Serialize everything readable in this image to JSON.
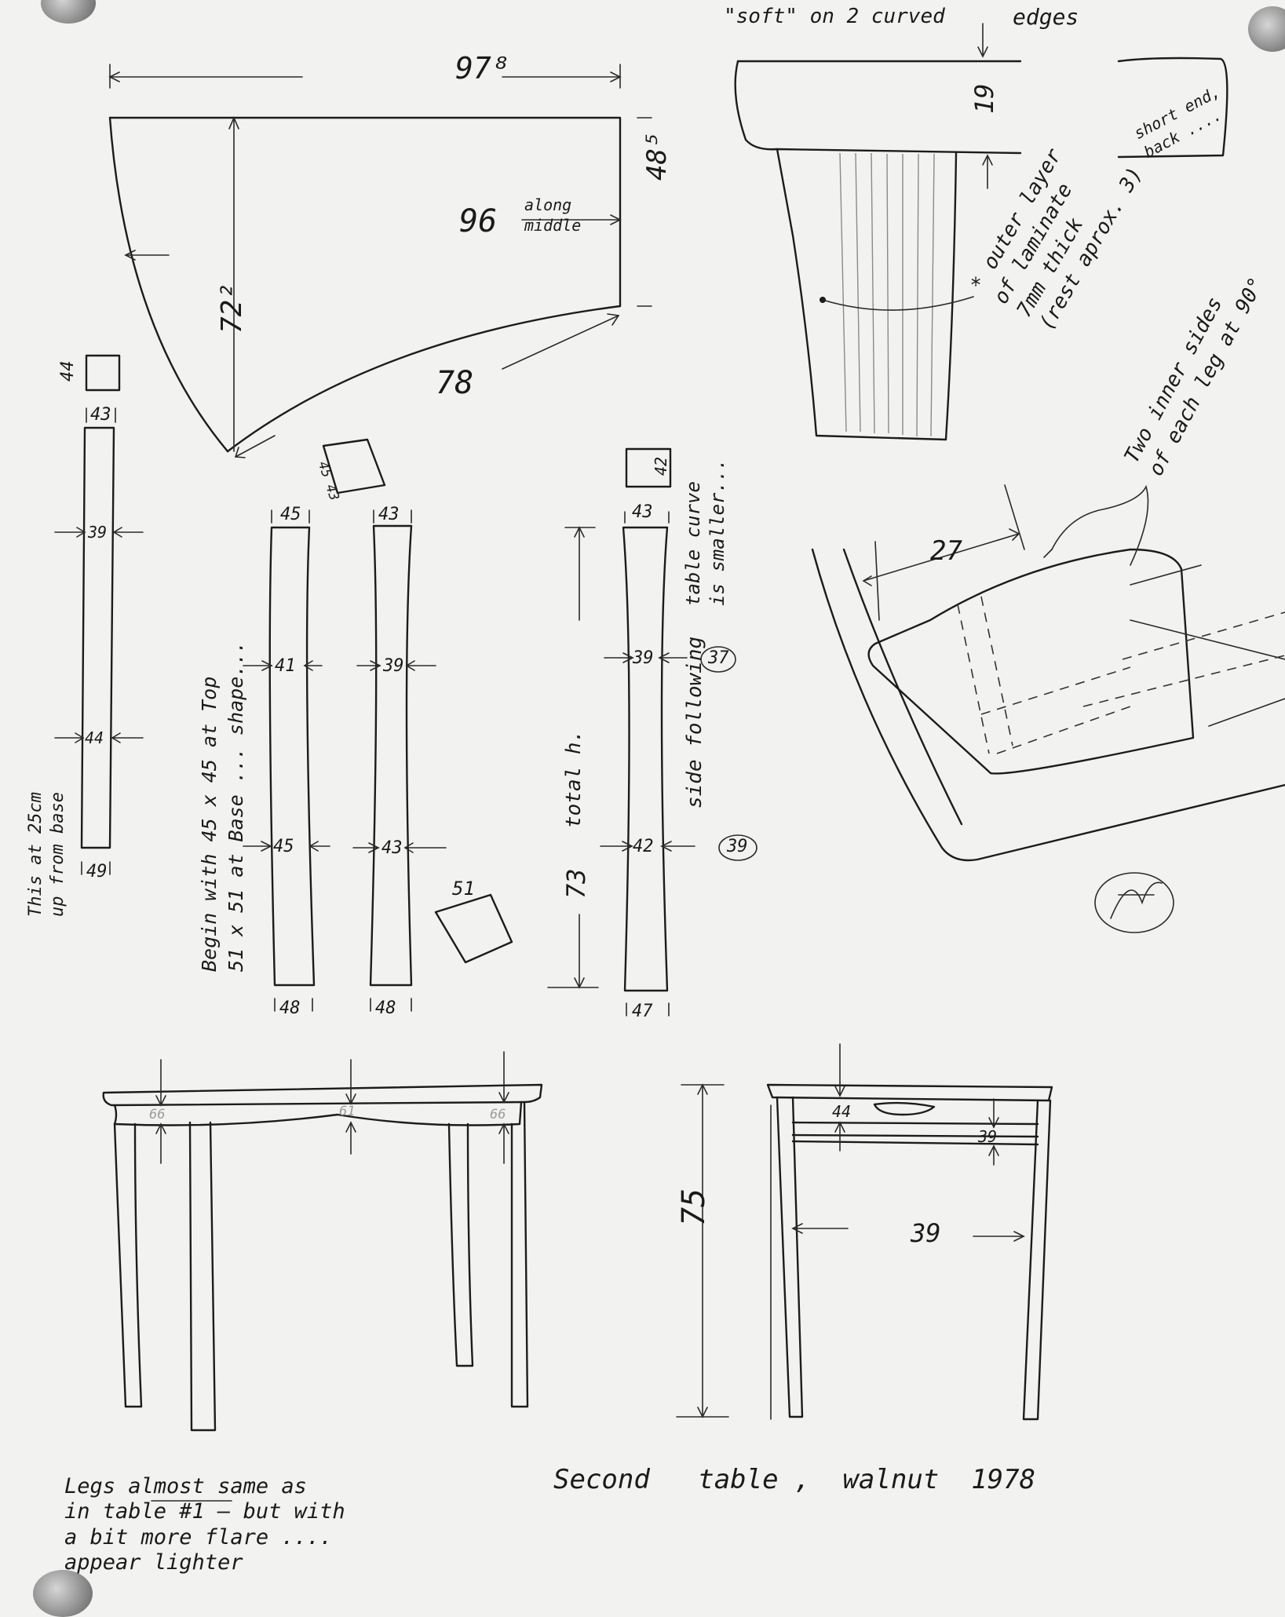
{
  "top_plan": {
    "width": "97⁸",
    "depth": "48⁵",
    "middle": "96",
    "middle_note": "along\nmiddle",
    "diagonal": "72²",
    "curve": "78"
  },
  "edge_detail": {
    "soft_note": "\"soft\" on 2 curved",
    "edges": "edges",
    "thickness": "19",
    "short_end": "short end,\nback ....",
    "laminate_note": "* outer layer\nof laminate\n7mm thick\n(rest aprox. 3)"
  },
  "leg_corner": {
    "note": "Two inner sides\nof each leg at 90°",
    "size": "27"
  },
  "leg_a": {
    "square": "44",
    "top": "43",
    "d1": "39",
    "d2": "44",
    "bottom": "49",
    "note": "This at 25cm\nup from base"
  },
  "leg_b": {
    "square": "45 43",
    "top": "45",
    "d1": "41",
    "d2": "45",
    "bottom": "48",
    "note": "Begin with 45 x 45 at Top\n51 x 51 at Base ... shape..."
  },
  "leg_c": {
    "top": "43",
    "d1": "39",
    "d2": "43",
    "bottom": "48",
    "square_base": "51"
  },
  "leg_d": {
    "square": "42",
    "top": "43",
    "d1": "39",
    "d2": "42",
    "bottom": "47",
    "height": "73",
    "height_label": "total h.",
    "side_note": "side following",
    "curve_note": "table curve\nis smaller...",
    "circle1": "37",
    "circle2": "39"
  },
  "front_elevation": {
    "apron_left": "66",
    "apron_middle": "61",
    "apron_right": "66"
  },
  "side_elevation": {
    "height": "75",
    "apron": "44",
    "rail": "39",
    "width": "39"
  },
  "notes": {
    "legs": "Legs almost same as\nin table #1 — but with\na bit more flare ....\nappear lighter",
    "caption": "Second   table ,  walnut  1978"
  }
}
